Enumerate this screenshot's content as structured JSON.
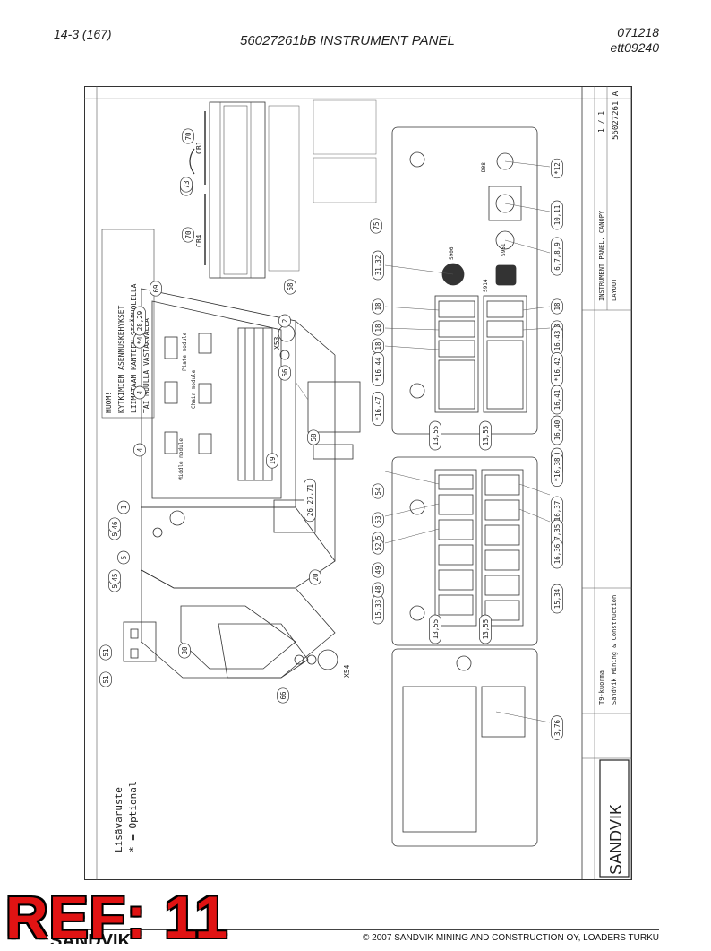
{
  "header": {
    "page_ref": "14-3 (167)",
    "title": "56027261bB INSTRUMENT PANEL",
    "date": "071218",
    "code": "ett09240"
  },
  "drawing": {
    "note_lines": [
      "HUOM!",
      "KYTKIMIEN ASENNUSKEHYKSET",
      "LIIMATAAN KANTEEN SISÄPUOLELLA",
      "TAI MUULLA VASTAAVALLA"
    ],
    "optional_lines": [
      "Lisävaruste",
      "* = Optional"
    ],
    "connector_x53": "X53",
    "connector_x54": "X54",
    "fuse_labels": [
      "CB1",
      "CB4"
    ],
    "module_labels": [
      "Middle module",
      "Chair module",
      "Plate module"
    ],
    "switch_codes": [
      "S906",
      "S951",
      "S914",
      "D08"
    ],
    "title_block": {
      "drawing_title": "INSTRUMENT PANEL, CANOPY",
      "drawing_sub": "LAYOUT",
      "drawing_number": "56027261 A",
      "sheet": "1 / 1",
      "company": "Sandvik Mining & Construction",
      "brand": "SANDVIK",
      "mark": "T9-kuorma"
    },
    "balloons": [
      "18",
      "18",
      "18",
      "18",
      "18",
      "18",
      "18",
      "*16,44",
      "*16,47",
      "16,43",
      "*16,42",
      "16,41",
      "16,40",
      "16,39",
      "*16,38",
      "16,37",
      "17,35",
      "16,36",
      "15,34",
      "15,33",
      "13,55",
      "13,55",
      "13,55",
      "13,55",
      "31,32",
      "6,7,8,9",
      "10,11",
      "*12",
      "75",
      "75",
      "54",
      "53",
      "52",
      "49",
      "48",
      "3,76",
      "26,27,71",
      "19",
      "58",
      "66",
      "66",
      "2",
      "4",
      "4",
      "*4",
      "28,29",
      "69",
      "68",
      "1",
      "5",
      "57",
      "57",
      "46",
      "45",
      "20",
      "30",
      "51",
      "51",
      "70",
      "70",
      "72",
      "73"
    ]
  },
  "footer": {
    "copyright": "© 2007 SANDVIK MINING AND CONSTRUCTION OY, LOADERS TURKU",
    "ref_stamp": "REF: 11",
    "brand_partial": "SANDVIK"
  }
}
